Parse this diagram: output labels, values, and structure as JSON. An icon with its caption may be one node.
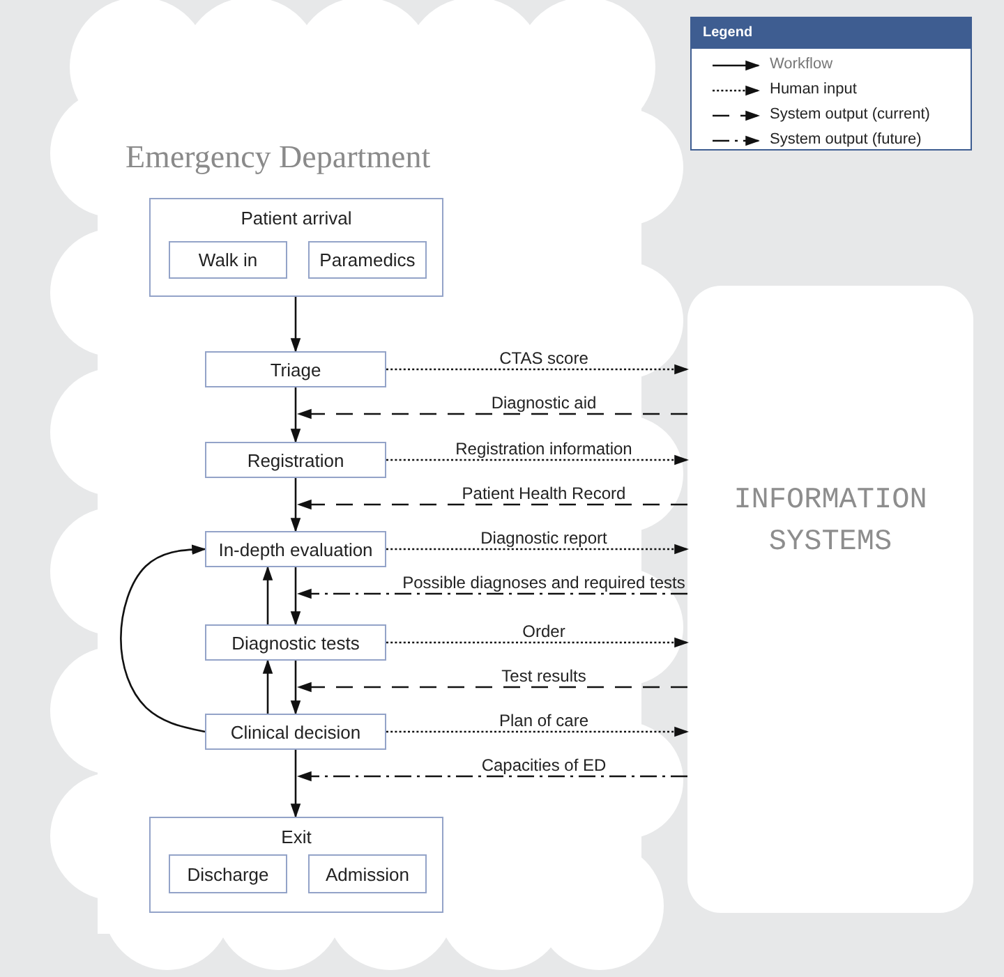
{
  "diagram": {
    "nodes": [
      {
        "text": [
          "Emergency Department"
        ]
      },
      {
        "text": [
          "Patient arrival"
        ],
        "in": 0
      },
      {
        "text": [
          "Walk in"
        ],
        "in": 1
      },
      {
        "text": [
          "Paramedics"
        ],
        "in": 1
      },
      {
        "text": [
          "Triage"
        ],
        "in": 0
      },
      {
        "text": [
          "Registration"
        ],
        "in": 0
      },
      {
        "text": [
          "In-depth evaluation"
        ],
        "in": 0
      },
      {
        "text": [
          "Diagnostic tests"
        ],
        "in": 0
      },
      {
        "text": [
          "Clinical decision"
        ],
        "in": 0
      },
      {
        "text": [
          "Exit"
        ],
        "in": 0
      },
      {
        "text": [
          "Discharge"
        ],
        "in": 9
      },
      {
        "text": [
          "Admission"
        ],
        "in": 9
      },
      {
        "text": [
          "INFORMATION SYSTEMS"
        ]
      }
    ],
    "edges": [
      {
        "from": 1,
        "to": 4,
        "arrow": "to"
      },
      {
        "from": 4,
        "to": 12,
        "arrow": "to",
        "label": "CTAS score",
        "style": "dashed"
      },
      {
        "from": 12,
        "to": 4,
        "arrow": "to",
        "label": "Diagnostic aid",
        "style": "dashed"
      },
      {
        "from": 4,
        "to": 5,
        "arrow": "to"
      },
      {
        "from": 5,
        "to": 12,
        "arrow": "to",
        "label": "Registration information",
        "style": "dashed"
      },
      {
        "from": 12,
        "to": 5,
        "arrow": "to",
        "label": "Patient Health Record",
        "style": "dashed"
      },
      {
        "from": 5,
        "to": 6,
        "arrow": "to"
      },
      {
        "from": 6,
        "to": 12,
        "arrow": "to",
        "label": "Diagnostic report",
        "style": "dashed"
      },
      {
        "from": 12,
        "to": 6,
        "arrow": "to",
        "label": "Possible diagnoses and required tests",
        "style": "dashed"
      },
      {
        "from": 6,
        "to": 7,
        "arrow": "to"
      },
      {
        "from": 7,
        "to": 6,
        "arrow": "to"
      },
      {
        "from": 7,
        "to": 12,
        "arrow": "to",
        "label": "Order",
        "style": "dashed"
      },
      {
        "from": 12,
        "to": 7,
        "arrow": "to",
        "label": "Test results",
        "style": "dashed"
      },
      {
        "from": 7,
        "to": 8,
        "arrow": "to"
      },
      {
        "from": 8,
        "to": 7,
        "arrow": "to"
      },
      {
        "from": 8,
        "to": 6,
        "arrow": "to"
      },
      {
        "from": 8,
        "to": 12,
        "arrow": "to",
        "label": "Plan of care",
        "style": "dashed"
      },
      {
        "from": 12,
        "to": 8,
        "arrow": "to",
        "label": "Capacities of ED",
        "style": "dashed"
      },
      {
        "from": 8,
        "to": 9,
        "arrow": "to"
      }
    ],
    "labels": [
      "Legend"
    ],
    "legend": [
      {
        "text": "Workflow"
      },
      {
        "text": "Human input"
      },
      {
        "text": "System output (current)"
      },
      {
        "text": "System output (future)"
      }
    ]
  }
}
